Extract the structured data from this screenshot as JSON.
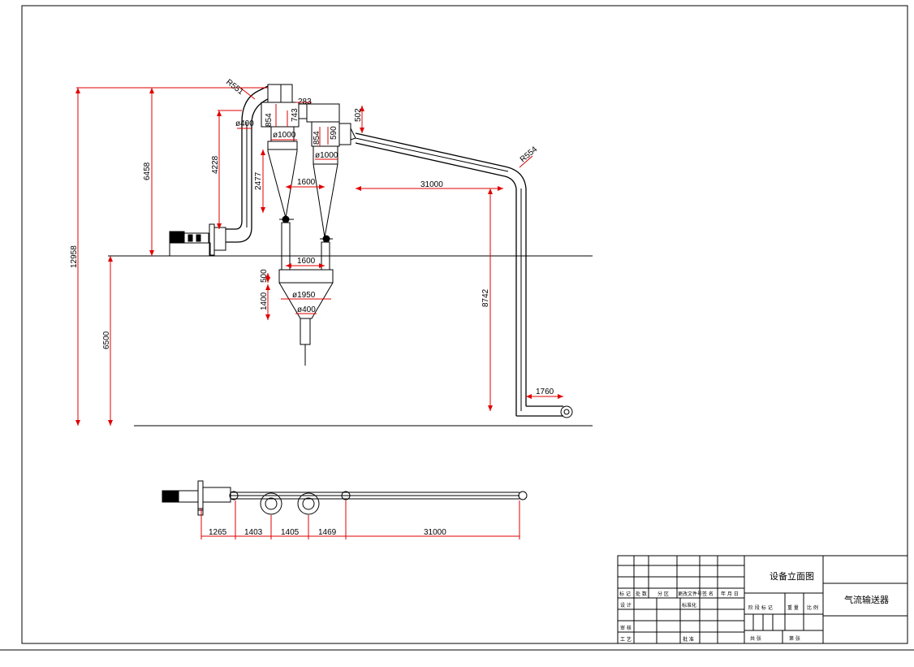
{
  "elevation": {
    "dims": {
      "total_height": "12958",
      "upper_height": "6458",
      "lower_height": "6500",
      "pipe_rise": "4228",
      "bend_radius_left": "R551",
      "bend_radius_right": "R554",
      "pipe_dia": "ø400",
      "cyclone1_top": "854",
      "cyclone1_top2": "743",
      "inlet_gap": "283",
      "cyclone2_top": "854",
      "cyclone2_top2": "590",
      "inlet_height": "502",
      "cyclone_dia1": "ø1000",
      "cyclone_dia2": "ø1000",
      "cone_height": "2477",
      "spacing_top": "1600",
      "spacing_bottom": "1600",
      "hopper_top": "500",
      "hopper_cone": "1400",
      "hopper_dia": "ø1950",
      "hopper_outlet": "ø400",
      "horizontal_run": "31000",
      "vertical_run": "8742",
      "bottom_run": "1760"
    }
  },
  "plan": {
    "dims": [
      "1265",
      "1403",
      "1405",
      "1469",
      "31000"
    ]
  },
  "title_block": {
    "drawing_title": "设备立面图",
    "product_name": "气流输送器",
    "labels": {
      "mark": "标 记",
      "count": "处 数",
      "zone": "分 区",
      "change_doc": "更改文件号",
      "sign": "签 名",
      "date": "年 月 日",
      "design": "设 计",
      "standard": "标准化",
      "review": "审 核",
      "process": "工 艺",
      "approve": "批 准",
      "stage_mark": "阶 段 标 记",
      "weight": "重 量",
      "scale": "比 例",
      "total": "共   张",
      "sheet": "第   张"
    }
  }
}
